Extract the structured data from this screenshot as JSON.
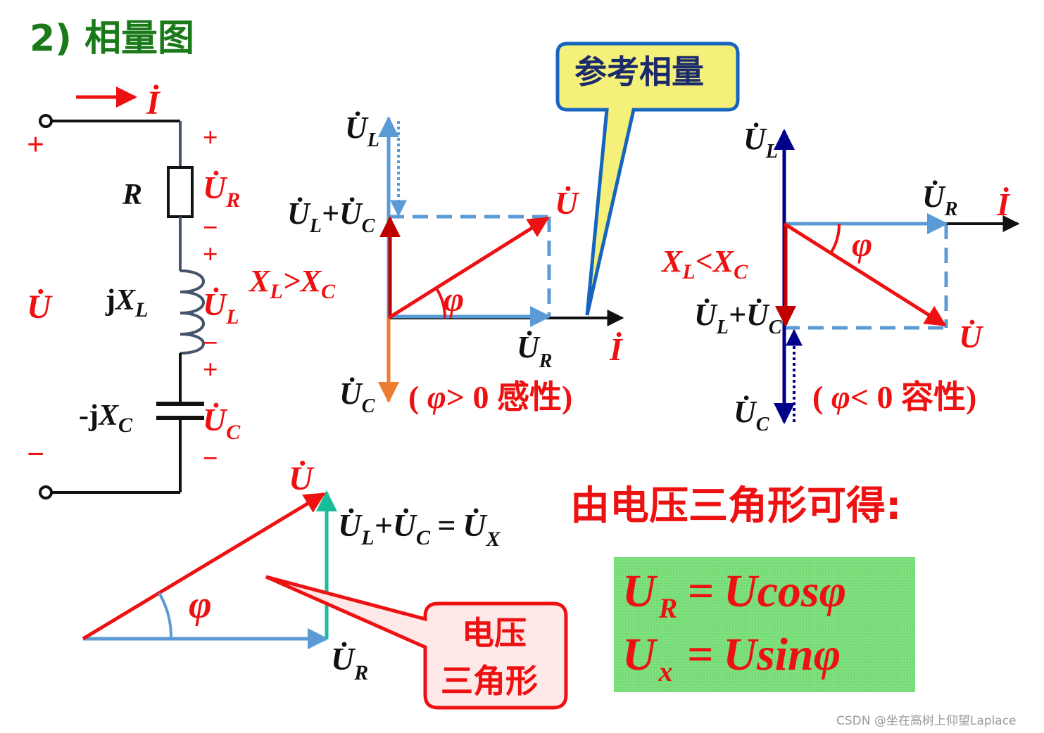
{
  "title": "2) 相量图",
  "colors": {
    "title": "#1a7a1a",
    "red": "#ee1111",
    "lightblue": "#5b9bd5",
    "darkblue": "#00008b",
    "orange": "#ed7d31",
    "teal": "#1abc9c",
    "callout_yellow": "#f4f07a",
    "callout_pink": "#ffe8e8",
    "formula_green": "#7fe07f"
  },
  "circuit": {
    "current": "İ",
    "plus_sign": "+",
    "minus_sign": "−",
    "r_label": "R",
    "l_label_j": "j",
    "l_label_x": "X",
    "l_label_sub": "L",
    "c_label_j": "-j",
    "c_label_x": "X",
    "c_label_sub": "C",
    "ur_main": "U̇",
    "ur_sub": "R",
    "ul_main": "U̇",
    "ul_sub": "L",
    "uc_main": "U̇",
    "uc_sub": "C",
    "u_total": "U̇"
  },
  "callout_reference": "参考相量",
  "inductive": {
    "ul": "U̇",
    "ul_sub": "L",
    "sum_a": "U̇",
    "sum_a_sub": "L",
    "sum_plus": "+",
    "sum_b": "U̇",
    "sum_b_sub": "C",
    "u": "U̇",
    "cond_x1": "X",
    "cond_sub1": "L",
    "cond_op": ">",
    "cond_x2": "X",
    "cond_sub2": "C",
    "phi": "φ",
    "ur": "U̇",
    "ur_sub": "R",
    "i": "İ",
    "uc": "U̇",
    "uc_sub": "C",
    "note_open": "( ",
    "note_phi": "φ",
    "note_rest": "> 0 感性)"
  },
  "capacitive": {
    "ul": "U̇",
    "ul_sub": "L",
    "ur": "U̇",
    "ur_sub": "R",
    "i": "İ",
    "phi": "φ",
    "cond_x1": "X",
    "cond_sub1": "L",
    "cond_op": "<",
    "cond_x2": "X",
    "cond_sub2": "C",
    "sum_a": "U̇",
    "sum_a_sub": "L",
    "sum_plus": "+",
    "sum_b": "U̇",
    "sum_b_sub": "C",
    "u": "U̇",
    "uc": "U̇",
    "uc_sub": "C",
    "note_open": "( ",
    "note_phi": "φ",
    "note_rest": "< 0 容性)"
  },
  "triangle": {
    "u": "U̇",
    "phi": "φ",
    "ur": "U̇",
    "ur_sub": "R",
    "eq_a": "U̇",
    "eq_a_sub": "L",
    "eq_plus": "+",
    "eq_b": "U̇",
    "eq_b_sub": "C",
    "eq_sign": "=",
    "eq_c": "U̇",
    "eq_c_sub": "X",
    "callout_line1": "电压",
    "callout_line2": "三角形"
  },
  "conclusion": "由电压三角形可得:",
  "formulas": {
    "f1_lhs": "U",
    "f1_sub": "R",
    "f1_eq": "=",
    "f1_rhs_u": "U",
    "f1_rhs_fn": "cos",
    "f1_phi": "φ",
    "f2_lhs": "U",
    "f2_sub": "x",
    "f2_eq": "=",
    "f2_rhs_u": "U",
    "f2_rhs_fn": "sin",
    "f2_phi": "φ"
  },
  "watermark": "CSDN @坐在高树上仰望Laplace"
}
